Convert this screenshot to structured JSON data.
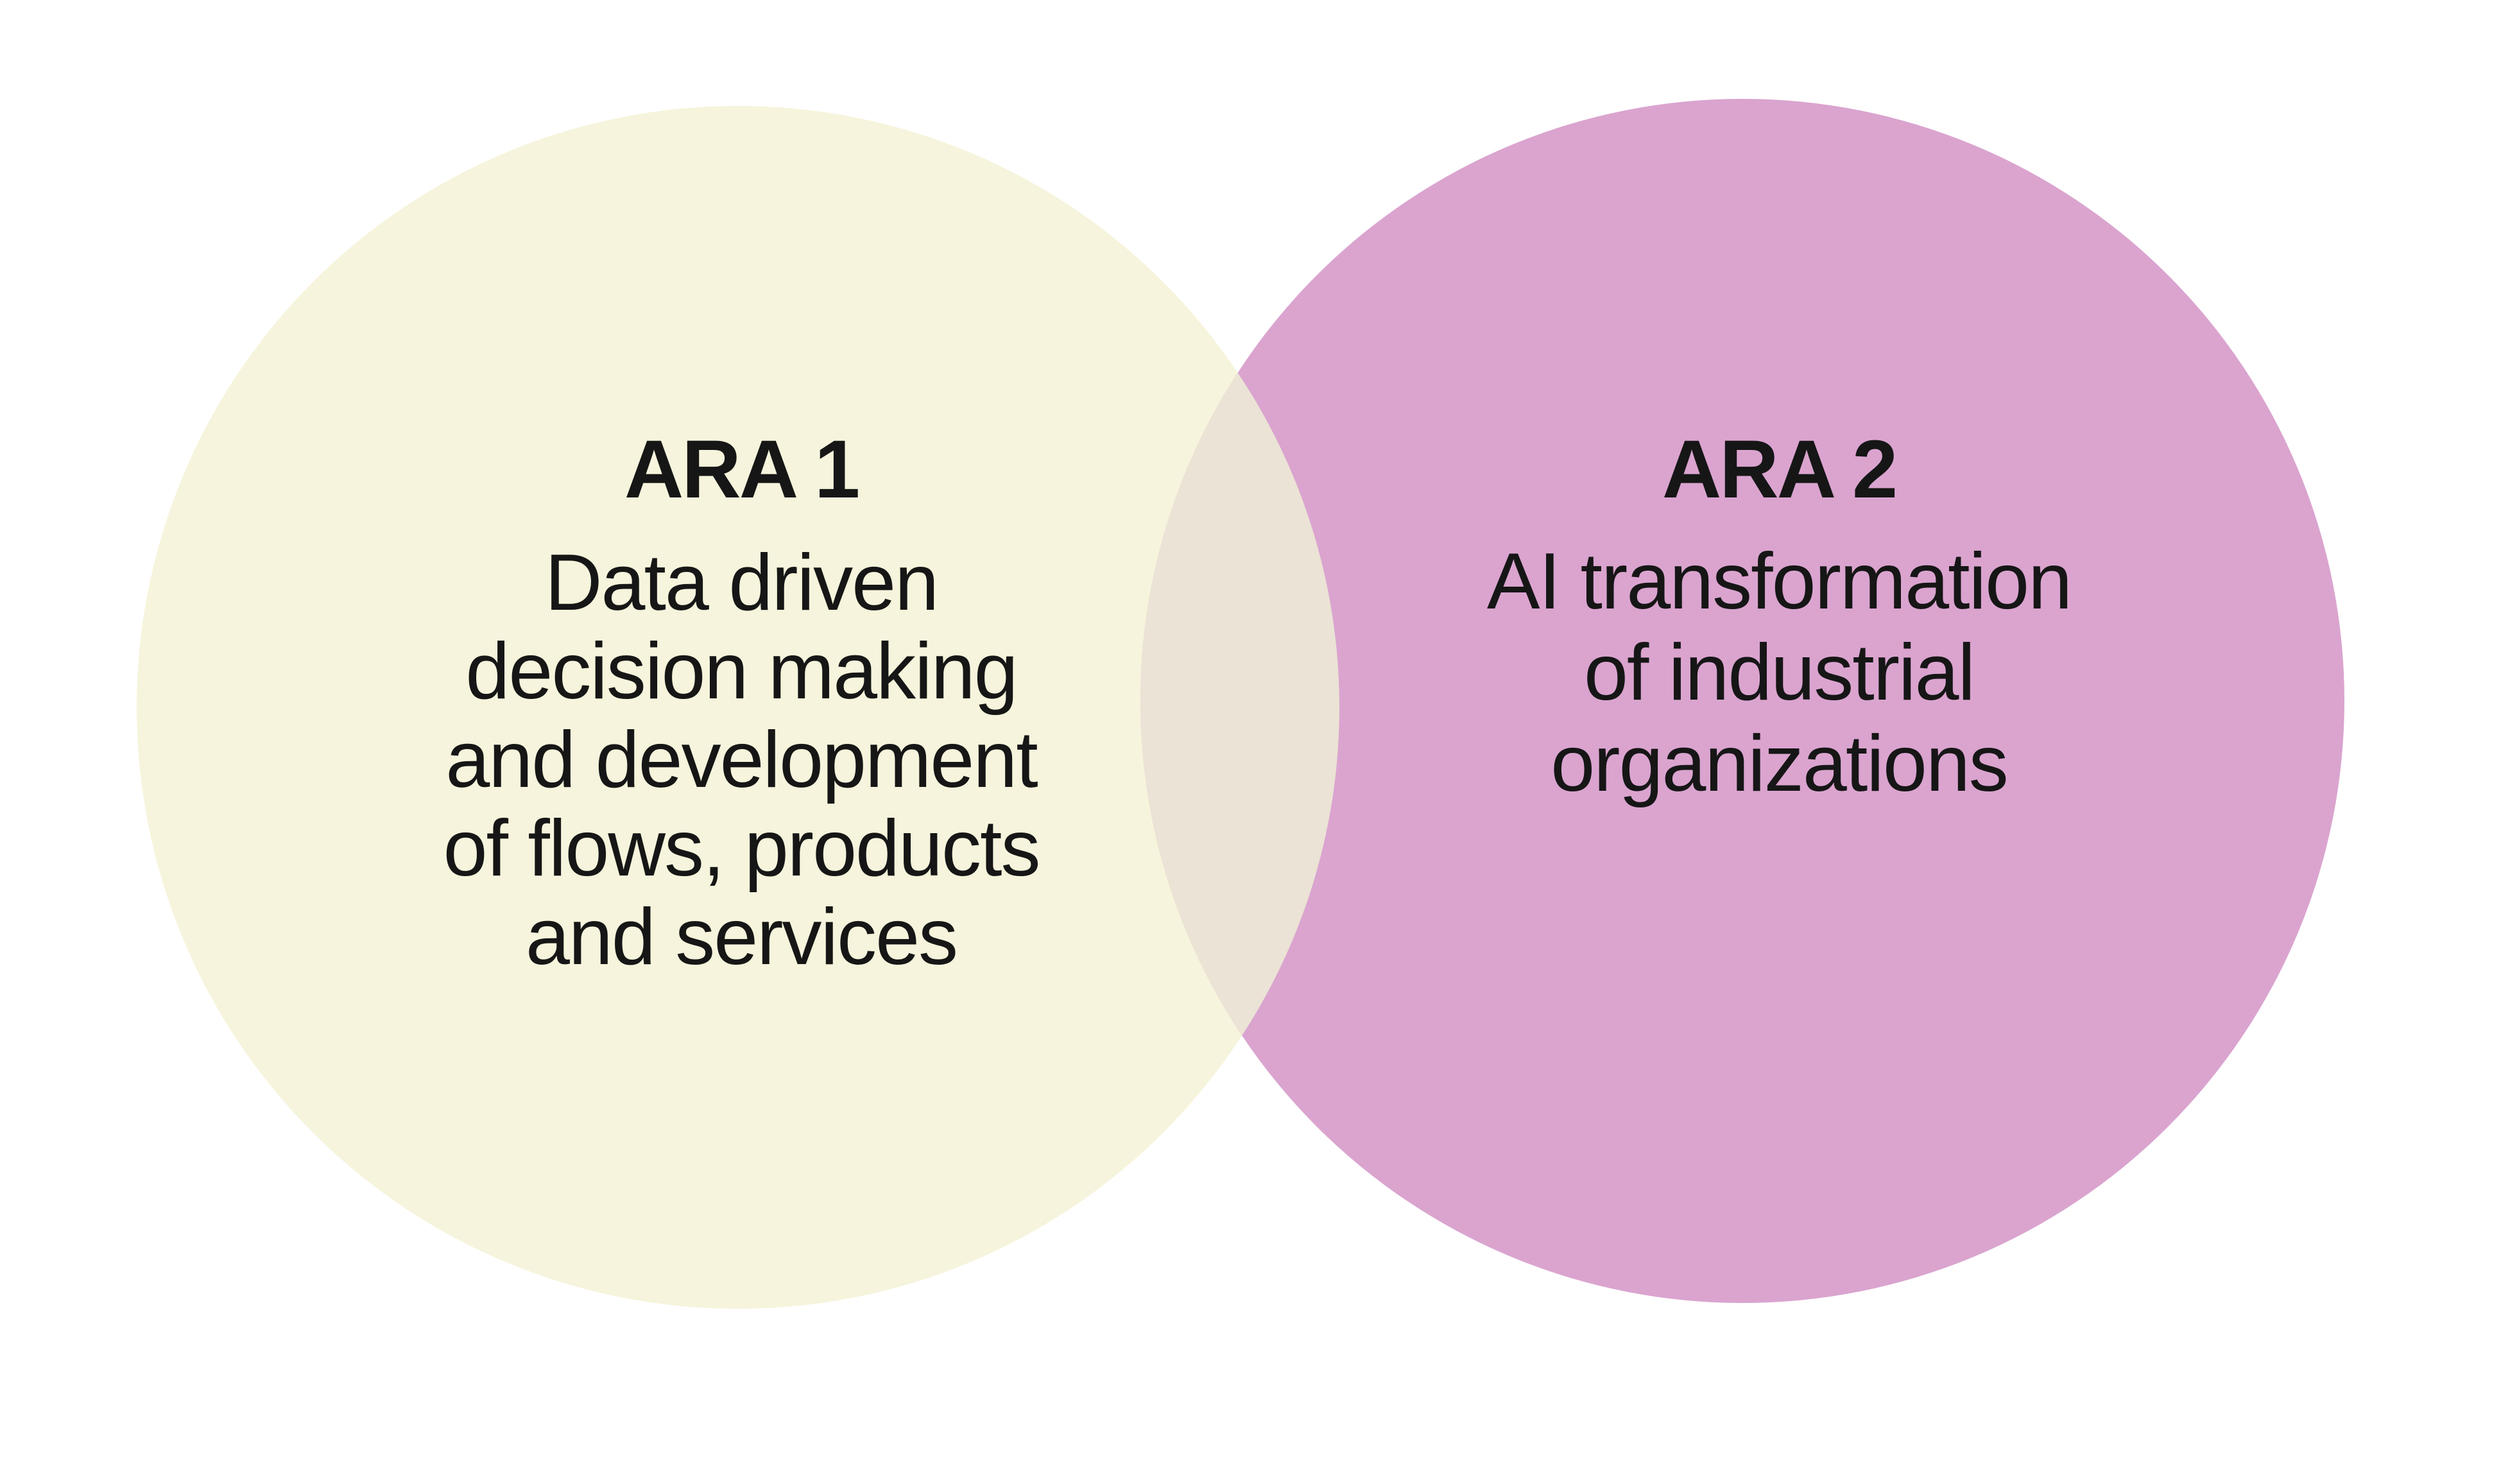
{
  "page": {
    "background": "#ffffff"
  },
  "venn": {
    "text_color": "#161616",
    "left": {
      "title": "ARA 1",
      "description_lines": [
        "Data driven",
        "decision making",
        "and development",
        "of flows, products",
        "and services"
      ],
      "fill": "#f6f4dc"
    },
    "right": {
      "title": "ARA 2",
      "description_lines": [
        "AI transformation",
        "of industrial",
        "organizations"
      ],
      "fill": "#daa4cf"
    },
    "overlap": {
      "fill": "#ebe3d5"
    }
  }
}
